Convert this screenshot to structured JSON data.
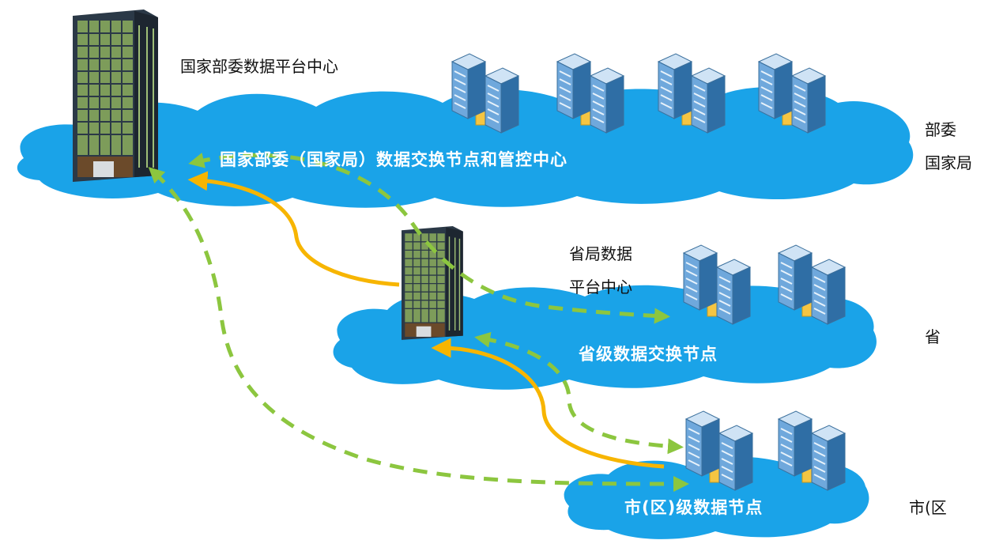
{
  "labels": {
    "national_center": "国家部委数据平台中心",
    "national_node": "国家部委（国家局）数据交换节点和管控中心",
    "province_center_line1": "省局数据",
    "province_center_line2": "平台中心",
    "province_node": "省级数据交换节点",
    "city_node": "市(区)级数据节点"
  },
  "tiers": {
    "national_line1": "部委",
    "national_line2": "国家局",
    "province": "省",
    "city": "市(区"
  },
  "colors": {
    "cloud": "#1aa3e8",
    "cloud_edge": "#0d8fd4",
    "solid_arrow": "#f7b500",
    "dashed_arrow": "#8cc63f",
    "server_body": "#5b9bd5",
    "server_accent": "#f5c542",
    "building": "#3a4a5a",
    "building_glass": "#8fae6a"
  }
}
